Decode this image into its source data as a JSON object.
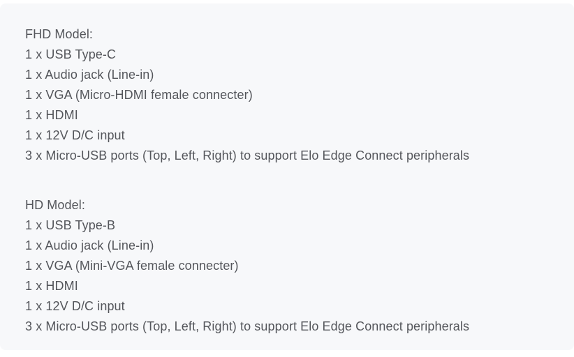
{
  "page": {
    "background_color": "#ffffff",
    "panel_background_color": "#f7f8fa",
    "text_color": "#54565b"
  },
  "sections": [
    {
      "title": "FHD Model:",
      "lines": [
        "1 x USB Type-C",
        "1 x Audio jack (Line-in)",
        "1 x VGA (Micro-HDMI female connecter)",
        "1 x HDMI",
        "1 x 12V D/C input",
        "3 x Micro-USB ports (Top, Left, Right) to support Elo Edge Connect peripherals"
      ]
    },
    {
      "title": "HD Model:",
      "lines": [
        "1 x USB Type-B",
        "1 x Audio jack (Line-in)",
        "1 x VGA (Mini-VGA female connecter)",
        "1 x HDMI",
        "1 x 12V D/C input",
        "3 x Micro-USB ports (Top, Left, Right) to support Elo Edge Connect peripherals"
      ]
    }
  ]
}
